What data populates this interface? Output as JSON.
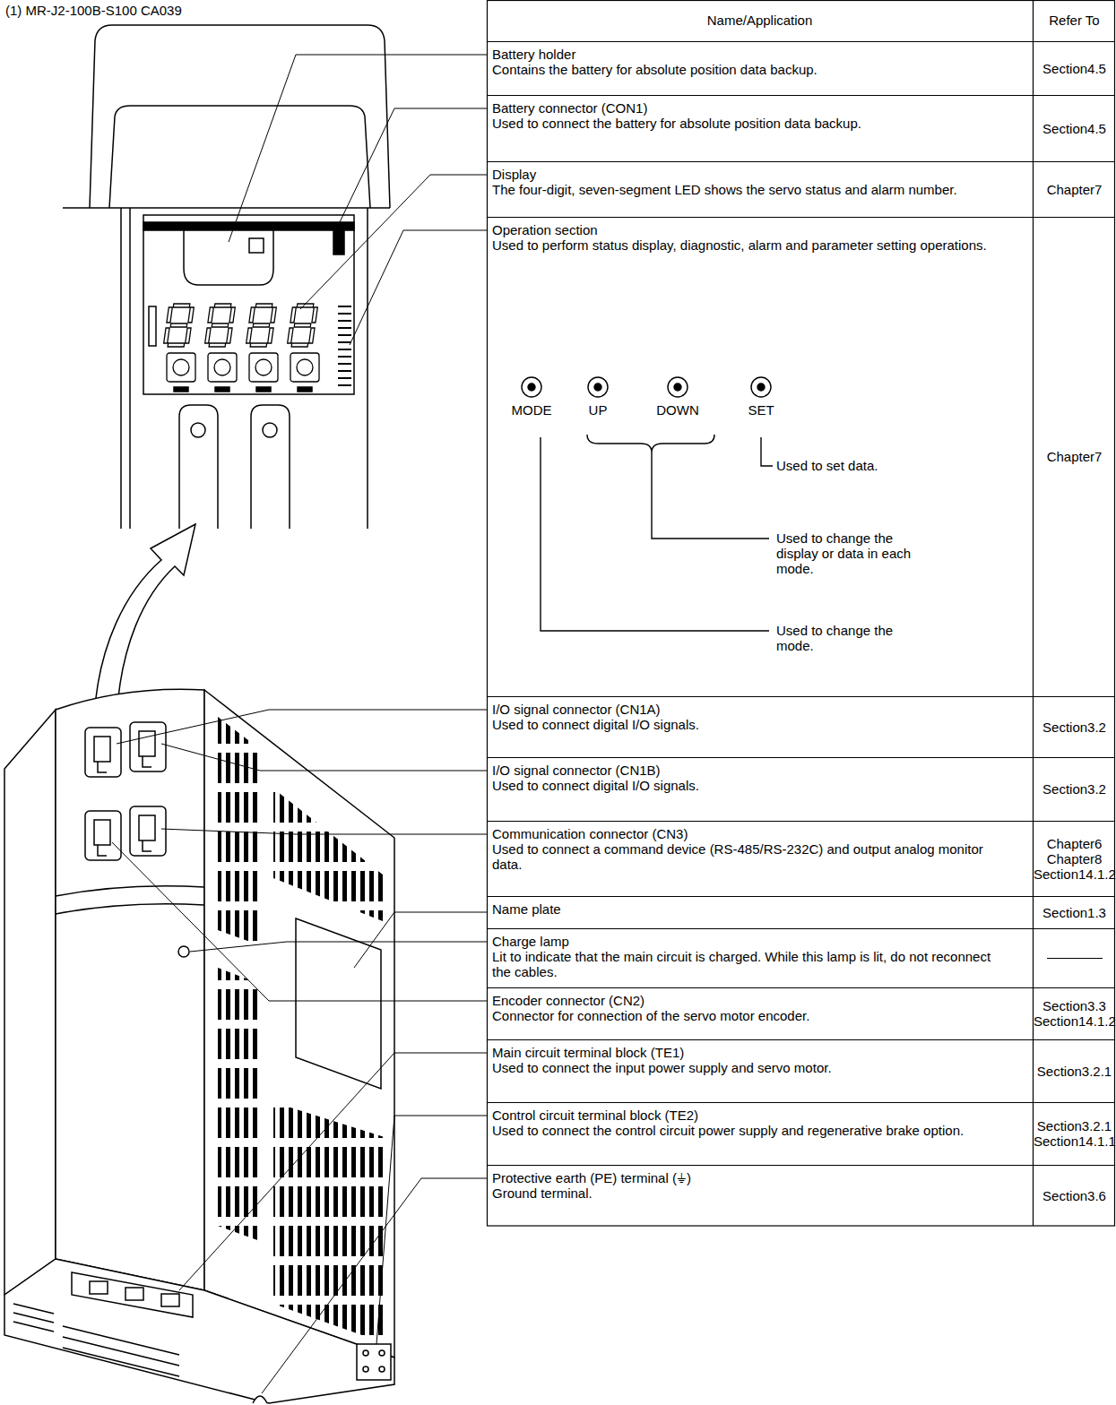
{
  "diagram": {
    "title": "(1) MR-J2-100B-S100 CA039",
    "labels": [
      "Name/Application",
      "Refer To",
      "Battery holder",
      "Contains the battery for absolute position data backup.",
      "Section4.5",
      "Battery connector (CON1)",
      "Used to connect the battery for absolute position data backup.",
      "Section4.5",
      "Display",
      "The four-digit, seven-segment LED shows the servo status and alarm number.",
      "Chapter7",
      "Operation section",
      "Used to perform status display, diagnostic, alarm and parameter setting operations.",
      "MODE",
      "UP",
      "DOWN",
      "SET",
      "Used to set data.",
      "Used to change the display or data in each mode.",
      "Used to change the mode.",
      "Chapter7",
      "I/O signal connector (CN1A)",
      "Used to connect digital I/O signals.",
      "Section3.2",
      "I/O signal connector (CN1B)",
      "Used to connect digital I/O signals.",
      "Section3.2",
      "Communication connector (CN3)",
      "Used to connect a command device (RS-485/RS-232C) and output analog monitor data.",
      "Chapter6 Chapter8 Section14.1.2",
      "Name plate",
      "Section1.3",
      "Charge lamp",
      "Lit to indicate that the main circuit is charged. While this lamp is lit, do not reconnect the cables.",
      "Encoder connector (CN2)",
      "Connector for connection of the servo motor encoder.",
      "Section3.3 Section14.1.2",
      "Main circuit terminal block (TE1)",
      "Used to connect the input power supply and servo motor.",
      "Section3.2.1",
      "Control circuit terminal block (TE2)",
      "Used to connect the control circuit power supply and regenerative brake option.",
      "Section3.2.1 Section14.1.1",
      "Protective earth (PE) terminal (⏚)",
      "Ground terminal.",
      "Section3.6"
    ]
  }
}
